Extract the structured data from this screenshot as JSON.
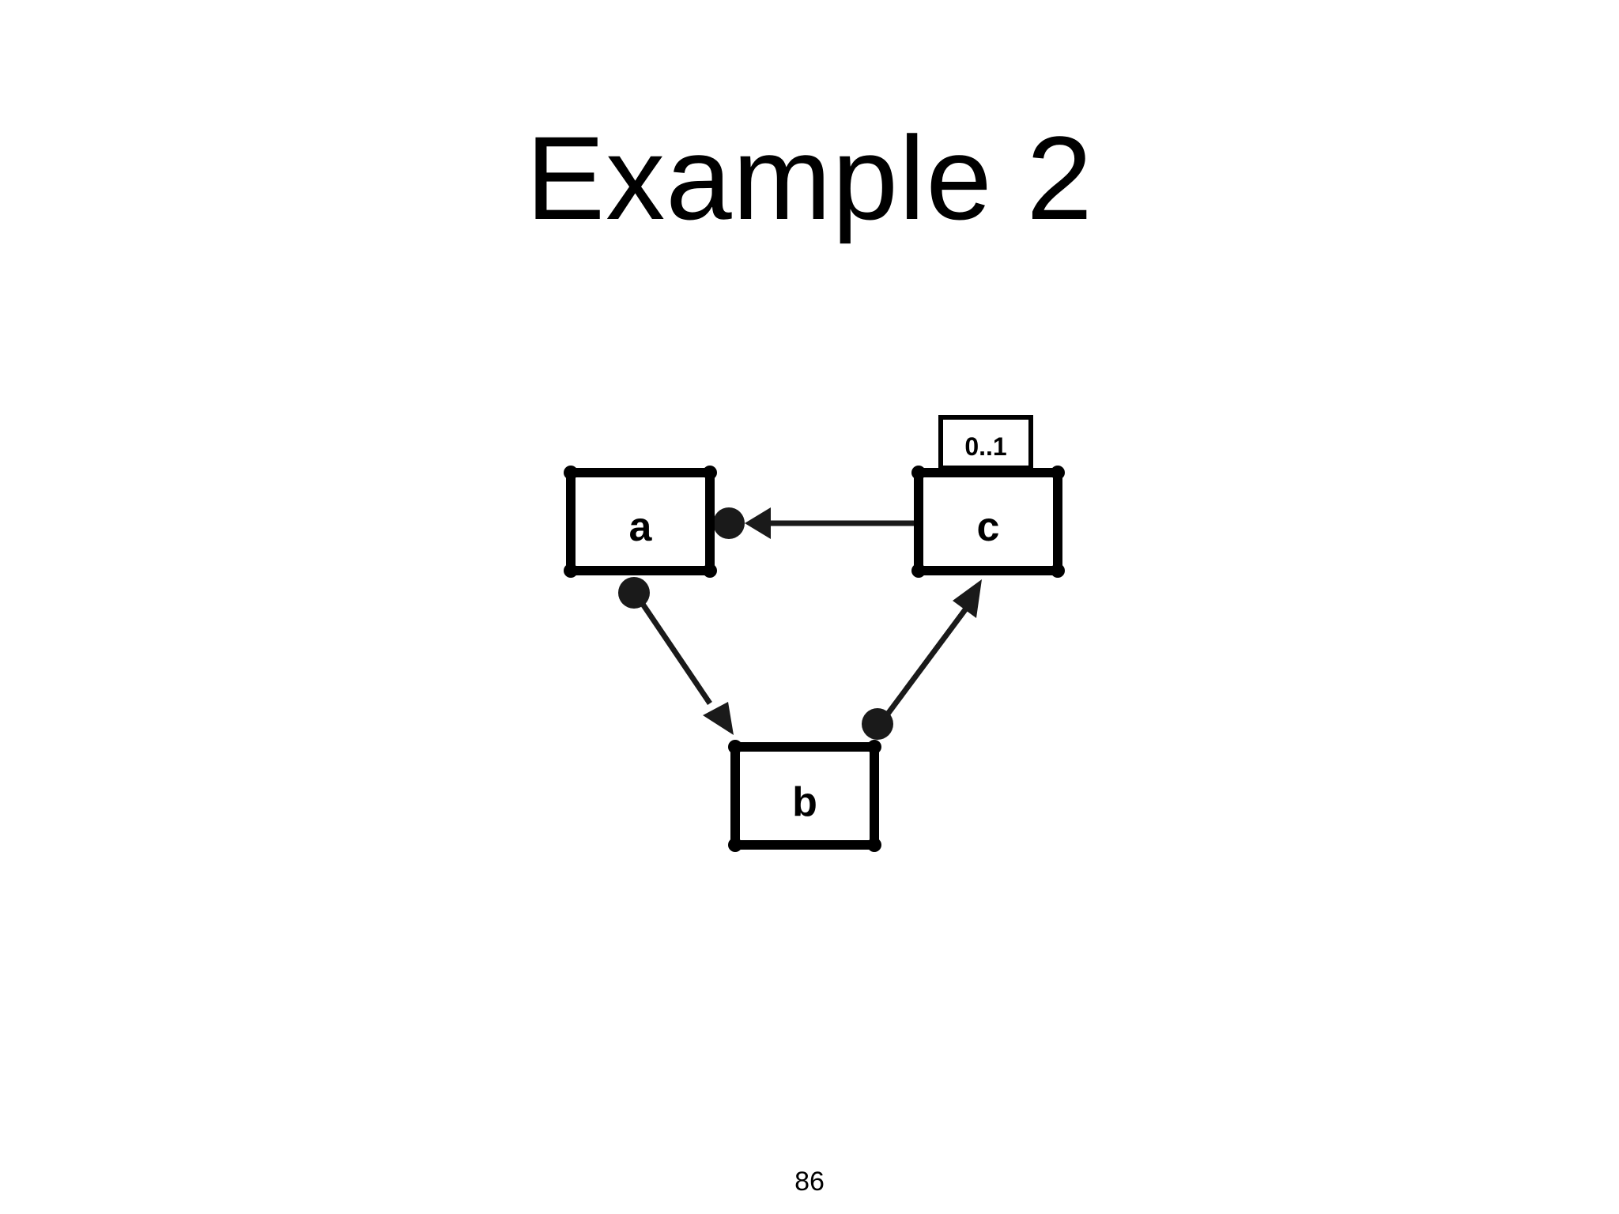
{
  "slide": {
    "title": "Example 2",
    "page_number": "86"
  },
  "diagram": {
    "nodes": [
      {
        "id": "a",
        "label": "a"
      },
      {
        "id": "b",
        "label": "b"
      },
      {
        "id": "c",
        "label": "c",
        "multiplicity": "0..1"
      }
    ],
    "edges": [
      {
        "from": "c",
        "to": "a",
        "source_end": "plain",
        "target_end": "dot-with-triangle"
      },
      {
        "from": "a",
        "to": "b",
        "source_end": "dot",
        "target_end": "triangle"
      },
      {
        "from": "b",
        "to": "c",
        "source_end": "dot",
        "target_end": "triangle"
      }
    ]
  }
}
